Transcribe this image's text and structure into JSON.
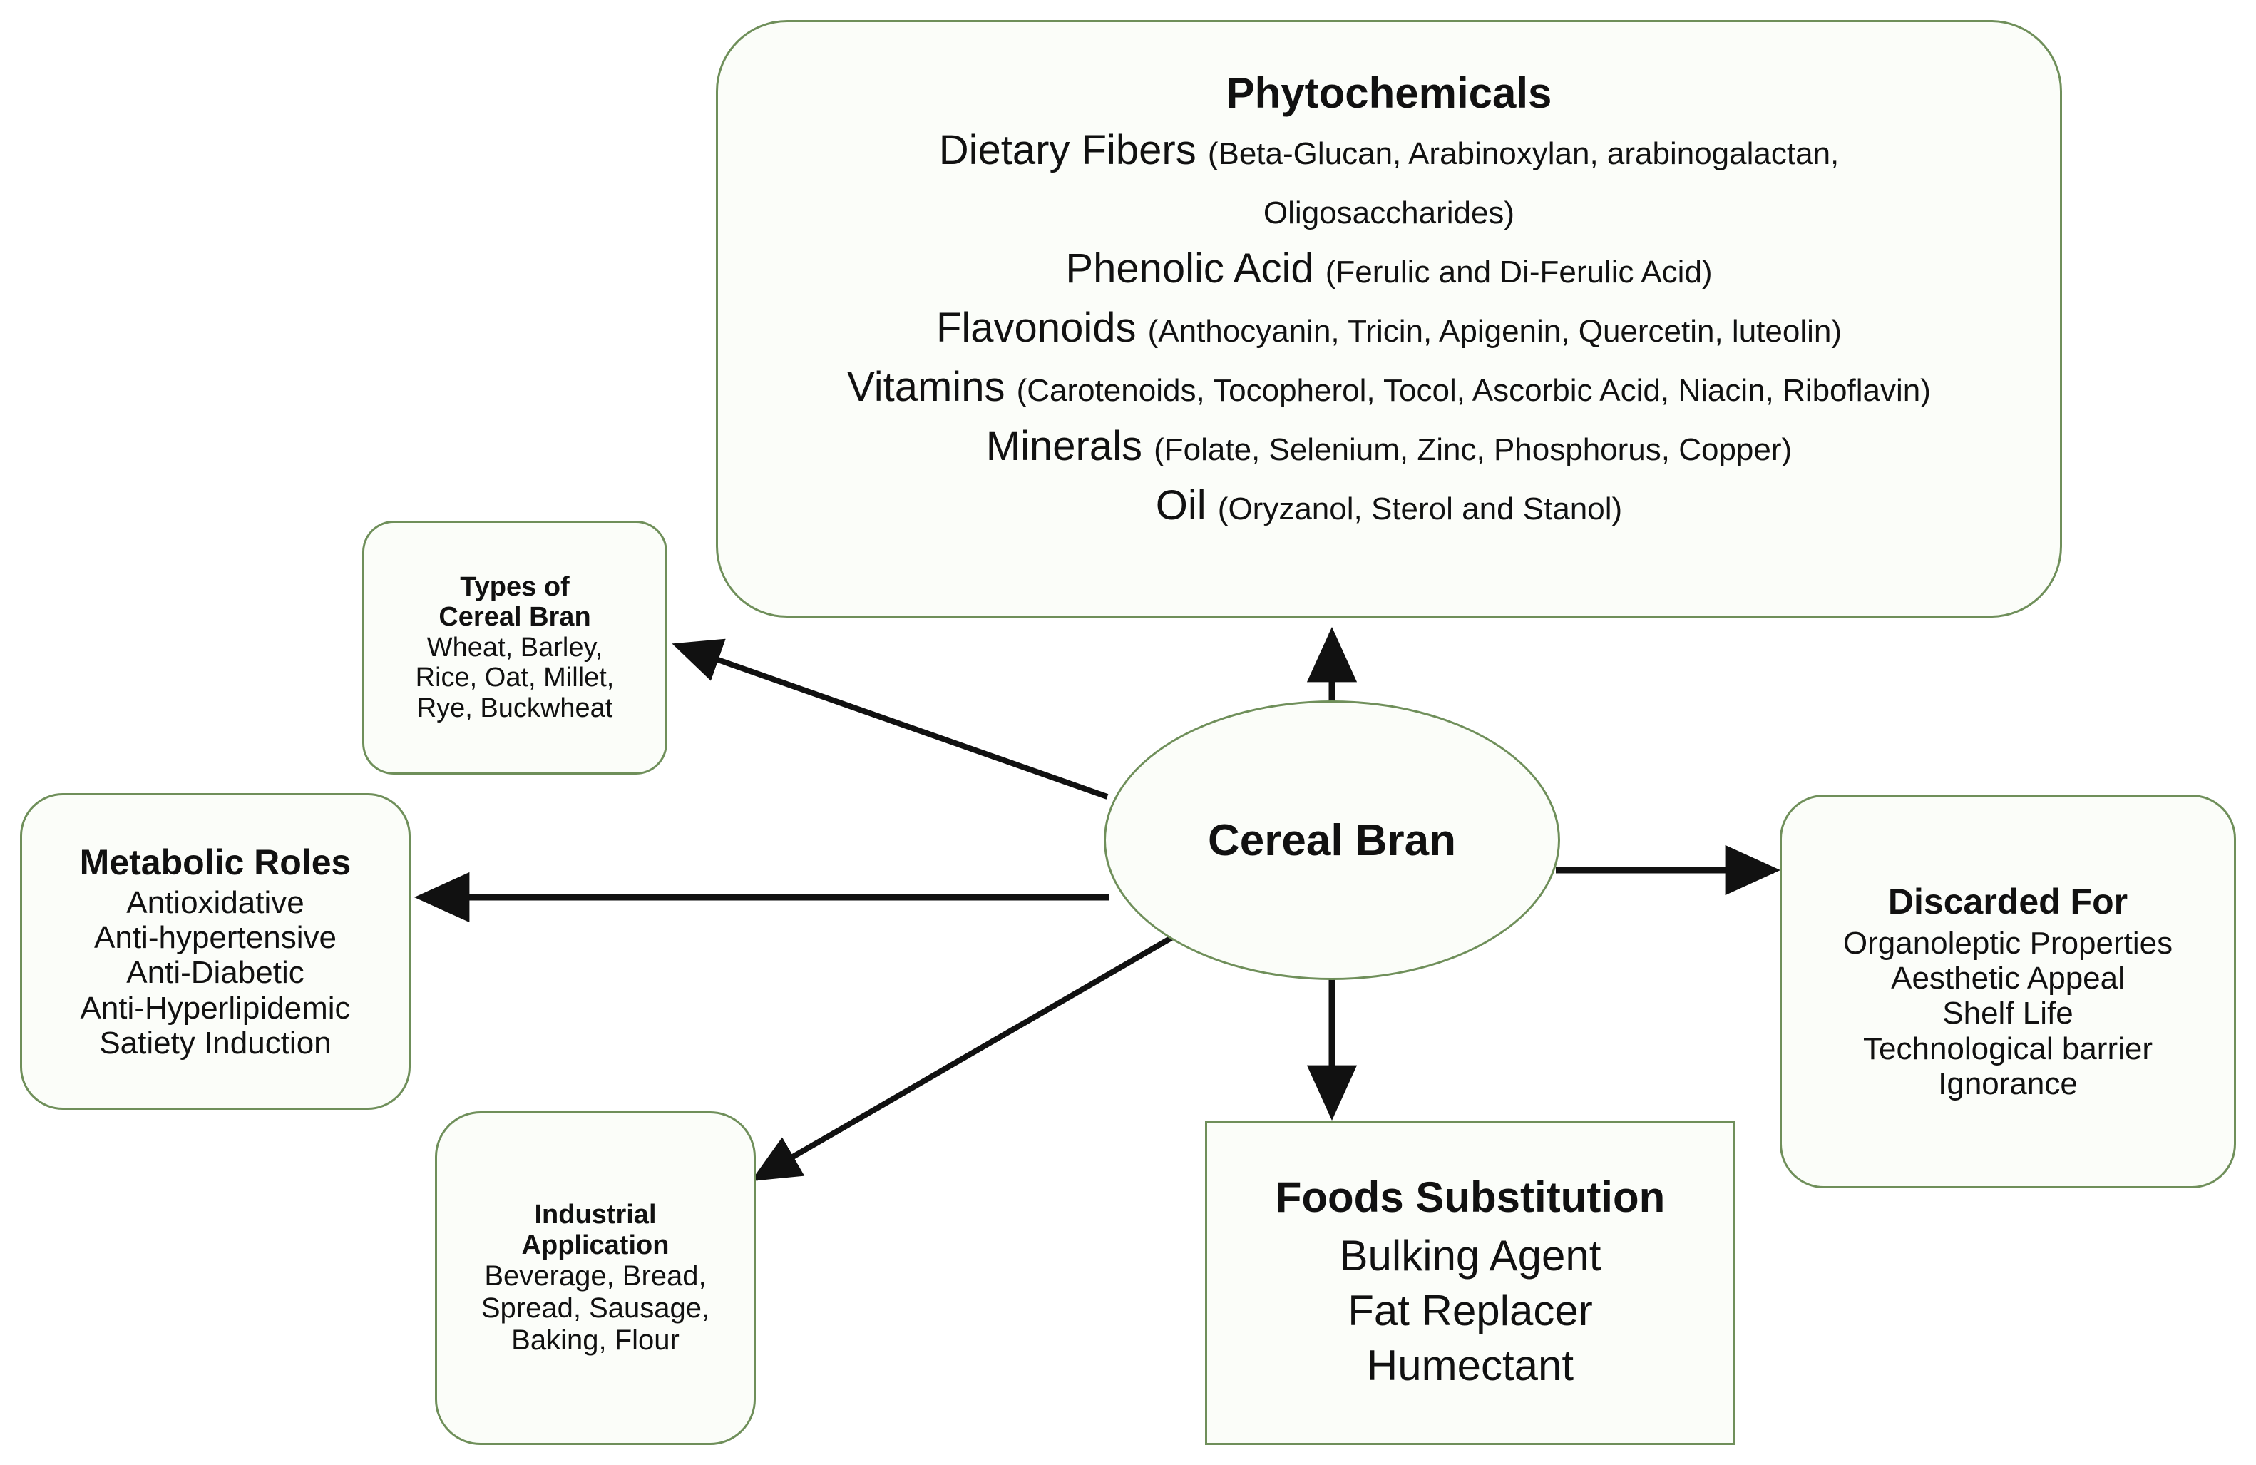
{
  "diagram": {
    "title": "Cereal Bran concept map",
    "accent_border": "#6f8f5a",
    "node_fill": "#fbfdf9",
    "arrow_color": "#111111",
    "center": {
      "label": "Cereal Bran"
    },
    "phytochemicals": {
      "title": "Phytochemicals",
      "rows": [
        {
          "head": "Dietary Fibers ",
          "sub": "(Beta-Glucan, Arabinoxylan, arabinogalactan,"
        },
        {
          "head": "",
          "sub": "Oligosaccharides)"
        },
        {
          "head": "Phenolic Acid ",
          "sub": "(Ferulic and Di-Ferulic Acid)"
        },
        {
          "head": "Flavonoids ",
          "sub": "(Anthocyanin,  Tricin, Apigenin, Quercetin, luteolin)"
        },
        {
          "head": "Vitamins ",
          "sub": "(Carotenoids, Tocopherol, Tocol, Ascorbic Acid, Niacin, Riboflavin)"
        },
        {
          "head": "Minerals ",
          "sub": "(Folate, Selenium, Zinc, Phosphorus,  Copper)"
        },
        {
          "head": "Oil ",
          "sub": "(Oryzanol, Sterol and Stanol)"
        }
      ]
    },
    "types_of_cereal_bran": {
      "title_line1": "Types of",
      "title_line2": "Cereal Bran",
      "items": [
        "Wheat, Barley,",
        "Rice, Oat, Millet,",
        "Rye, Buckwheat"
      ]
    },
    "metabolic_roles": {
      "title": "Metabolic Roles",
      "items": [
        "Antioxidative",
        "Anti-hypertensive",
        "Anti-Diabetic",
        "Anti-Hyperlipidemic",
        "Satiety Induction"
      ]
    },
    "industrial_application": {
      "title_line1": "Industrial",
      "title_line2": "Application",
      "items": [
        "Beverage, Bread,",
        "Spread, Sausage,",
        "Baking, Flour"
      ]
    },
    "foods_substitution": {
      "title": "Foods Substitution",
      "items": [
        "Bulking Agent",
        "Fat Replacer",
        "Humectant"
      ]
    },
    "discarded_for": {
      "title": "Discarded For",
      "items": [
        "Organoleptic Properties",
        "Aesthetic Appeal",
        "Shelf Life",
        "Technological barrier",
        "Ignorance"
      ]
    }
  }
}
